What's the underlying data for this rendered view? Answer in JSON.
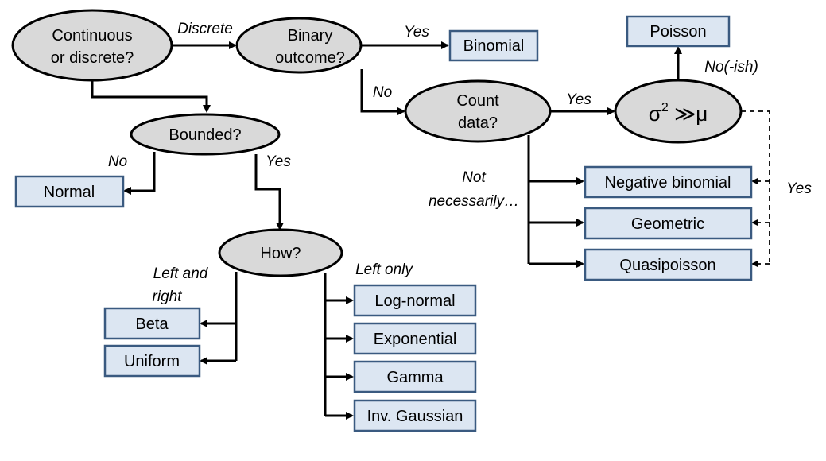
{
  "nodes": {
    "continuous_or_discrete": {
      "line1": "Continuous",
      "line2": "or discrete?"
    },
    "binary_outcome": {
      "line1": "Binary",
      "line2": "outcome?"
    },
    "count_data": {
      "line1": "Count",
      "line2": "data?"
    },
    "overdispersion": {
      "sigma": "σ",
      "sup": "2",
      "rest": " ≫μ"
    },
    "bounded": {
      "label": "Bounded?"
    },
    "how": {
      "label": "How?"
    }
  },
  "distributions": {
    "binomial": "Binomial",
    "poisson": "Poisson",
    "normal": "Normal",
    "negative_binomial": "Negative binomial",
    "geometric": "Geometric",
    "quasipoisson": "Quasipoisson",
    "beta": "Beta",
    "uniform": "Uniform",
    "log_normal": "Log-normal",
    "exponential": "Exponential",
    "gamma": "Gamma",
    "inv_gaussian": "Inv. Gaussian"
  },
  "edge_labels": {
    "discrete": "Discrete",
    "yes_binary": "Yes",
    "no_binary": "No",
    "yes_count": "Yes",
    "no_ish": "No(-ish)",
    "not_necessarily_1": "Not",
    "not_necessarily_2": "necessarily…",
    "yes_overdispersed": "Yes",
    "no_bounded": "No",
    "yes_bounded": "Yes",
    "left_and_right_1": "Left and",
    "left_and_right_2": "right",
    "left_only": "Left only"
  }
}
